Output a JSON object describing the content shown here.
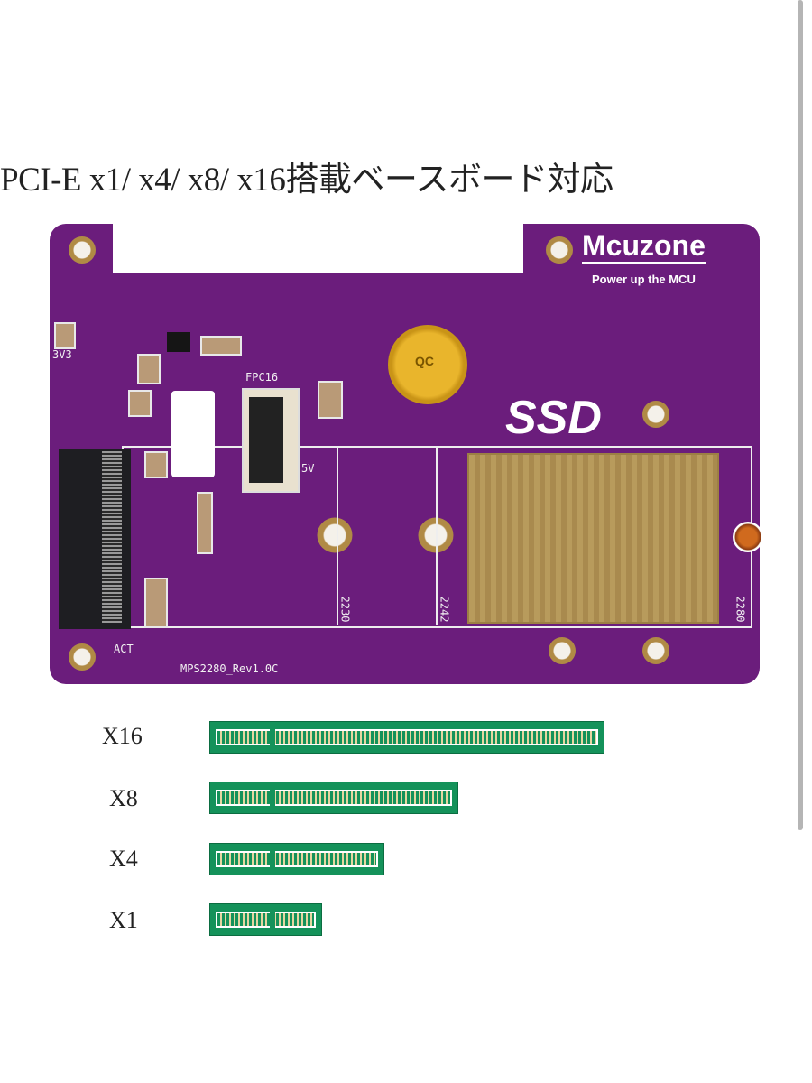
{
  "title": "PCI-E x1/ x4/ x8/ x16搭載ベースボード対応",
  "board": {
    "brand": "Mcuzone",
    "tagline": "Power up the MCU",
    "ssd_label": "SSD",
    "silkscreen": {
      "v33": "3V3",
      "fpc": "FPC16",
      "v5": "5V",
      "act": "ACT",
      "model": "MPS2280_Rev1.0C",
      "size_2230": "2230",
      "size_2242": "2242",
      "size_2280": "2280"
    },
    "qc_sticker": "QC"
  },
  "slots": [
    {
      "label": "X16"
    },
    {
      "label": "X8"
    },
    {
      "label": "X4"
    },
    {
      "label": "X1"
    }
  ],
  "colors": {
    "board": "#6b1d7c",
    "slot": "#14925a"
  }
}
